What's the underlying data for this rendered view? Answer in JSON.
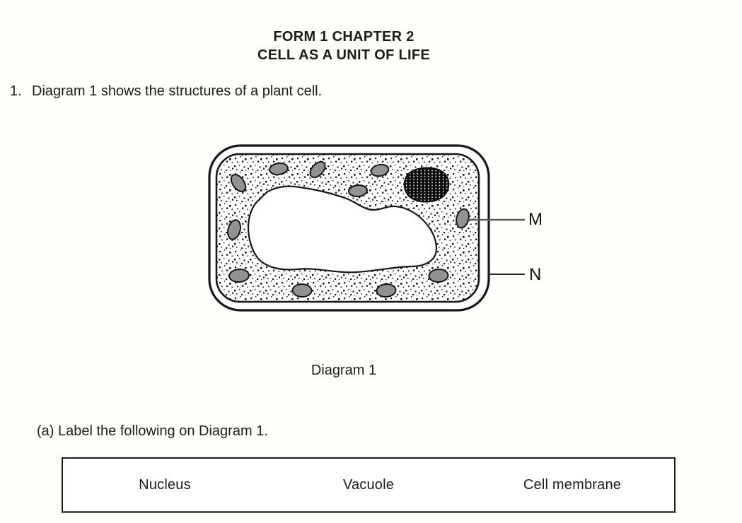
{
  "header": {
    "title_line1": "FORM 1 CHAPTER 2",
    "title_line2": "CELL AS A UNIT OF LIFE"
  },
  "question": {
    "number": "1.",
    "text": "Diagram 1 shows the structures of a plant cell."
  },
  "diagram": {
    "caption": "Diagram 1",
    "label_m": "M",
    "label_n": "N"
  },
  "part_a": {
    "text": "(a) Label the following on Diagram 1."
  },
  "word_bank": [
    "Nucleus",
    "Vacuole",
    "Cell membrane"
  ],
  "colors": {
    "ink": "#1c1c1c",
    "organelle_fill": "#929292",
    "diagram_line": "#161616",
    "background": "#fffefb"
  }
}
